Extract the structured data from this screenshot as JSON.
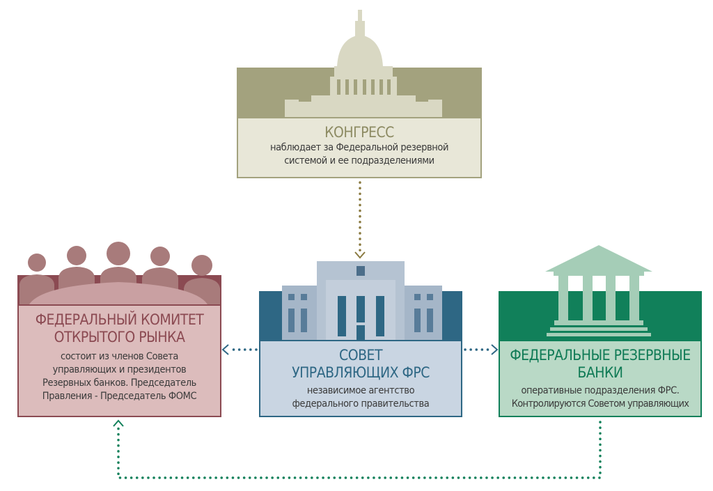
{
  "colors": {
    "congress": "#a3a27e",
    "fomc": "#8b4a52",
    "board": "#2e6784",
    "banks": "#11805a",
    "dotted_gold": "#8a7a40",
    "dotted_blue": "#2e6784",
    "dotted_green": "#11805a"
  },
  "congress": {
    "title": "КОНГРЕСС",
    "desc_lines": [
      "наблюдает за Федеральной резервной",
      "системой и ее подразделениями"
    ]
  },
  "fomc": {
    "title_lines": [
      "ФЕДЕРАЛЬНЫЙ КОМИТЕТ",
      "ОТКРЫТОГО РЫНКА"
    ],
    "desc_lines": [
      "состоит из членов Совета",
      "управляющих и президентов",
      "Резервных банков. Председатель",
      "Правления - Председатель ФОМС"
    ]
  },
  "board": {
    "title_lines": [
      "СОВЕТ",
      "УПРАВЛЯЮЩИХ ФРС"
    ],
    "desc_lines": [
      "независимое агентство",
      "федерального правительства"
    ]
  },
  "banks": {
    "title_lines": [
      "ФЕДЕРАЛЬНЫЕ РЕЗЕРВНЫЕ",
      "БАНКИ"
    ],
    "desc_lines": [
      "оперативные подразделения ФРС.",
      "Контролируются Советом управляющих"
    ]
  }
}
